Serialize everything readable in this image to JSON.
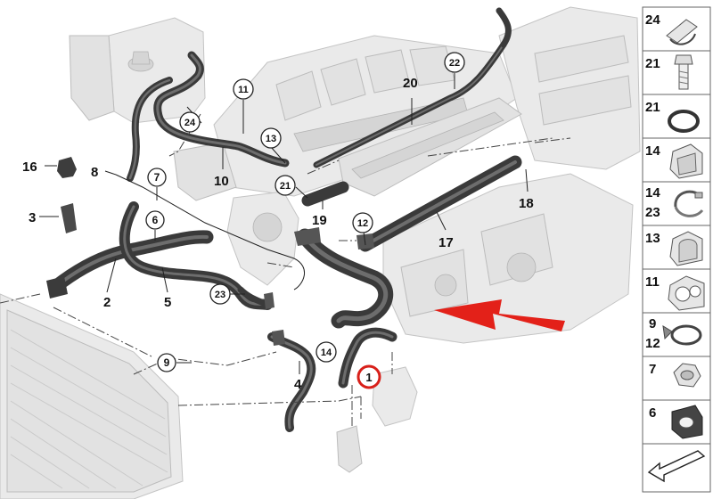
{
  "accent_color": "#e32119",
  "highlight_ring_color": "#d8201a",
  "callouts": [
    {
      "label": "16",
      "circled": false
    },
    {
      "label": "8",
      "circled": false
    },
    {
      "label": "3",
      "circled": false
    },
    {
      "label": "2",
      "circled": false
    },
    {
      "label": "5",
      "circled": false
    },
    {
      "label": "6",
      "circled": true
    },
    {
      "label": "7",
      "circled": true
    },
    {
      "label": "10",
      "circled": false
    },
    {
      "label": "11",
      "circled": true
    },
    {
      "label": "24",
      "circled": true
    },
    {
      "label": "13",
      "circled": true
    },
    {
      "label": "21",
      "circled": true
    },
    {
      "label": "19",
      "circled": false
    },
    {
      "label": "12",
      "circled": true
    },
    {
      "label": "22",
      "circled": true
    },
    {
      "label": "20",
      "circled": false
    },
    {
      "label": "17",
      "circled": false
    },
    {
      "label": "18",
      "circled": false
    },
    {
      "label": "23",
      "circled": true
    },
    {
      "label": "9",
      "circled": true
    },
    {
      "label": "14",
      "circled": true
    },
    {
      "label": "4",
      "circled": false
    },
    {
      "label": "1",
      "circled": true,
      "highlighted": true
    }
  ],
  "parts_panel": [
    {
      "labels": [
        "24"
      ],
      "icon": "hose-clip-icon"
    },
    {
      "labels": [
        "21"
      ],
      "icon": "bolt-icon"
    },
    {
      "labels": [
        "21"
      ],
      "icon": "o-ring-icon"
    },
    {
      "labels": [
        "14"
      ],
      "icon": "clamp-bracket-icon"
    },
    {
      "labels": [
        "14",
        "23"
      ],
      "icon": "spring-clip-icon"
    },
    {
      "labels": [
        "13"
      ],
      "icon": "bracket-clip-icon"
    },
    {
      "labels": [
        "11"
      ],
      "icon": "double-clip-icon"
    },
    {
      "labels": [
        "9",
        "12"
      ],
      "icon": "hose-clamp-icon"
    },
    {
      "labels": [
        "7"
      ],
      "icon": "hex-nut-icon"
    },
    {
      "labels": [
        "6"
      ],
      "icon": "rubber-mount-icon"
    },
    {
      "labels": [],
      "icon": "arrow-icon"
    }
  ]
}
